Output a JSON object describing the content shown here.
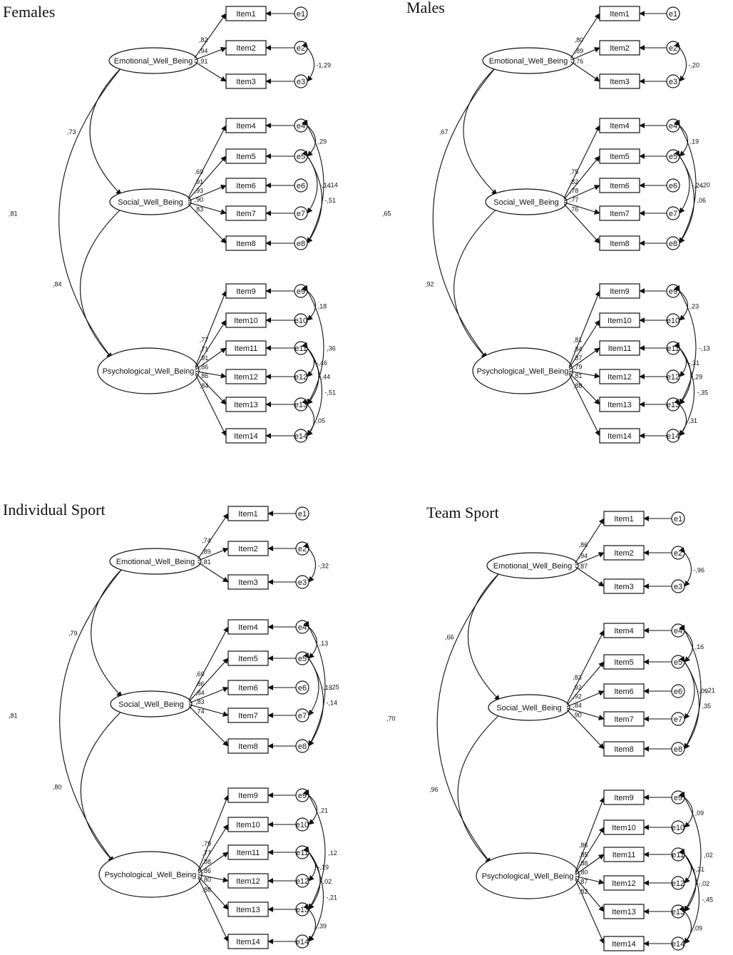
{
  "colors": {
    "stroke": "#111111",
    "background": "#ffffff"
  },
  "factors": [
    "Emotional_Well_Being",
    "Social_Well_Being",
    "Psychological_Well_Being"
  ],
  "items": [
    "Item1",
    "Item2",
    "Item3",
    "Item4",
    "Item5",
    "Item6",
    "Item7",
    "Item8",
    "Item9",
    "Item10",
    "Item11",
    "Item12",
    "Item13",
    "Item14"
  ],
  "errors": [
    "e1",
    "e2",
    "e3",
    "e4",
    "e5",
    "e6",
    "e7",
    "e8",
    "e9",
    "e10",
    "e11",
    "e12",
    "e13",
    "e14"
  ],
  "panels": [
    {
      "title": "Females",
      "loadings": [
        ",82",
        ",94",
        ",91",
        ",69",
        ",91",
        ",93",
        ",90",
        ",83",
        ",77",
        ",71",
        ",91",
        ",86",
        ",86",
        ",84"
      ],
      "factor_correlations": {
        "emo_soc": ",73",
        "soc_psy": ",84",
        "emo_psy": ",81"
      },
      "error_covariances": [
        {
          "from": "e2",
          "to": "e3",
          "value": "-1,29"
        },
        {
          "from": "e4",
          "to": "e5",
          "value": ",29"
        },
        {
          "from": "e5",
          "to": "e7",
          "value": "-,14"
        },
        {
          "from": "e5",
          "to": "e8",
          "value": "-,51"
        },
        {
          "from": "e4",
          "to": "e8",
          "value": "-,14"
        },
        {
          "from": "e9",
          "to": "e10",
          "value": ",18"
        },
        {
          "from": "e11",
          "to": "e12",
          "value": "-,46"
        },
        {
          "from": "e11",
          "to": "e13",
          "value": ",44"
        },
        {
          "from": "e9",
          "to": "e13",
          "value": ",36"
        },
        {
          "from": "e11",
          "to": "e14",
          "value": "-,51"
        },
        {
          "from": "e13",
          "to": "e14",
          "value": ",05"
        }
      ]
    },
    {
      "title": "Males",
      "loadings": [
        ",80",
        ",89",
        ",76",
        ",75",
        ",82",
        ",78",
        ",77",
        ",76",
        ",81",
        ",84",
        ",87",
        ",79",
        ",81",
        ",88"
      ],
      "factor_correlations": {
        "emo_soc": ",67",
        "soc_psy": ",92",
        "emo_psy": ",65"
      },
      "error_covariances": [
        {
          "from": "e2",
          "to": "e3",
          "value": "-,20"
        },
        {
          "from": "e4",
          "to": "e5",
          "value": ",19"
        },
        {
          "from": "e5",
          "to": "e7",
          "value": "-,24"
        },
        {
          "from": "e5",
          "to": "e8",
          "value": ",06"
        },
        {
          "from": "e4",
          "to": "e8",
          "value": "-,20"
        },
        {
          "from": "e9",
          "to": "e10",
          "value": ",23"
        },
        {
          "from": "e11",
          "to": "e12",
          "value": "-,31"
        },
        {
          "from": "e11",
          "to": "e13",
          "value": ",29"
        },
        {
          "from": "e9",
          "to": "e13",
          "value": "-,13"
        },
        {
          "from": "e11",
          "to": "e14",
          "value": "-,35"
        },
        {
          "from": "e13",
          "to": "e14",
          "value": ",31"
        }
      ]
    },
    {
      "title": "Individual Sport",
      "loadings": [
        ",74",
        ",89",
        ",81",
        ",69",
        ",86",
        ",84",
        ",83",
        ",74",
        ",79",
        ",77",
        ",88",
        ",86",
        ",80",
        ",88"
      ],
      "factor_correlations": {
        "emo_soc": ",79",
        "soc_psy": ",80",
        "emo_psy": ",81"
      },
      "error_covariances": [
        {
          "from": "e2",
          "to": "e3",
          "value": "-,32"
        },
        {
          "from": "e4",
          "to": "e5",
          "value": ",13"
        },
        {
          "from": "e5",
          "to": "e7",
          "value": "-,13"
        },
        {
          "from": "e5",
          "to": "e8",
          "value": "-,14"
        },
        {
          "from": "e4",
          "to": "e8",
          "value": "-,25"
        },
        {
          "from": "e9",
          "to": "e10",
          "value": ",21"
        },
        {
          "from": "e11",
          "to": "e12",
          "value": "-,19"
        },
        {
          "from": "e11",
          "to": "e13",
          "value": ",02"
        },
        {
          "from": "e9",
          "to": "e13",
          "value": ",12"
        },
        {
          "from": "e11",
          "to": "e14",
          "value": "-,21"
        },
        {
          "from": "e13",
          "to": "e14",
          "value": ",39"
        }
      ]
    },
    {
      "title": "Team Sport",
      "loadings": [
        ",86",
        ",94",
        ",87",
        ",83",
        ",92",
        ",92",
        ",84",
        ",90",
        ",86",
        ",85",
        ",88",
        ",80",
        ",87",
        ",82"
      ],
      "factor_correlations": {
        "emo_soc": ",66",
        "soc_psy": ",96",
        "emo_psy": ",70"
      },
      "error_covariances": [
        {
          "from": "e2",
          "to": "e3",
          "value": "-,96"
        },
        {
          "from": "e4",
          "to": "e5",
          "value": ",16"
        },
        {
          "from": "e5",
          "to": "e7",
          "value": "-,09"
        },
        {
          "from": "e5",
          "to": "e8",
          "value": ",35"
        },
        {
          "from": "e4",
          "to": "e8",
          "value": "-,21"
        },
        {
          "from": "e9",
          "to": "e10",
          "value": ",09"
        },
        {
          "from": "e11",
          "to": "e12",
          "value": "-,31"
        },
        {
          "from": "e11",
          "to": "e13",
          "value": "-,02"
        },
        {
          "from": "e9",
          "to": "e13",
          "value": ",02"
        },
        {
          "from": "e11",
          "to": "e14",
          "value": "-,45"
        },
        {
          "from": "e13",
          "to": "e14",
          "value": ",09"
        }
      ]
    }
  ]
}
